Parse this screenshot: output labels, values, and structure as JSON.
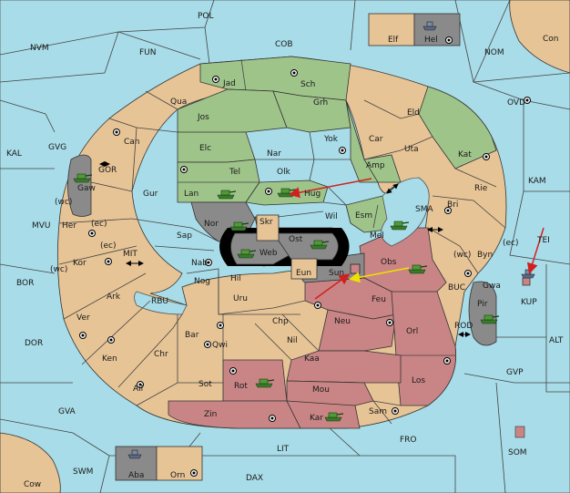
{
  "provinces": {
    "pol": "POL",
    "nvm": "NVM",
    "fun": "FUN",
    "cob": "COB",
    "elf": "Elf",
    "hel": "Hel",
    "con": "Con",
    "nom": "NOM",
    "ovd": "OVD",
    "kal": "KAL",
    "gvg": "GVG",
    "gor": "GOR",
    "gaw": "Gaw",
    "wc1": "(wc)",
    "mvu": "MVU",
    "her": "Her",
    "ec1": "(ec)",
    "ec2": "(ec)",
    "wc2": "(wc)",
    "kor": "Kor",
    "mit": "MIT",
    "bor": "BOR",
    "ark": "Ark",
    "rbu": "RBU",
    "ver": "Ver",
    "dor": "DOR",
    "ken": "Ken",
    "chr": "Chr",
    "ail": "Ail",
    "gva": "GVA",
    "jad": "Jad",
    "sch": "Sch",
    "qua": "Qua",
    "jos": "Jos",
    "grh": "Grh",
    "eld": "Eld",
    "can": "Can",
    "yok": "Yok",
    "car": "Car",
    "uta": "Uta",
    "kat": "Kat",
    "elc": "Elc",
    "nar": "Nar",
    "tel": "Tel",
    "olk": "Olk",
    "amp": "Amp",
    "gur": "Gur",
    "lan": "Lan",
    "hug": "Hug",
    "rie": "Rie",
    "kam": "KAM",
    "bri": "Bri",
    "wil": "Wil",
    "esm": "Esm",
    "sma": "SMA",
    "nor": "Nor",
    "skr": "Skr",
    "mel": "Mel",
    "sap": "Sap",
    "ost": "Ost",
    "web": "Web",
    "obs": "Obs",
    "ec3": "(ec)",
    "tei": "TEI",
    "wc3": "(wc)",
    "byn": "Byn",
    "nab": "Nab",
    "eun": "Eun",
    "sun": "Sun",
    "gwa": "Gwa",
    "kup": "KUP",
    "hil": "Hil",
    "nog": "Nog",
    "buc": "BUC",
    "pir": "Pir",
    "uru": "Uru",
    "feu": "Feu",
    "chp": "Chp",
    "neu": "Neu",
    "orl": "Orl",
    "rod": "ROD",
    "bar": "Bar",
    "qwi": "Qwi",
    "nil": "Nil",
    "alt": "ALT",
    "kaa": "Kaa",
    "gvp": "GVP",
    "los": "Los",
    "rot": "Rot",
    "sot": "Sot",
    "mou": "Mou",
    "sam": "Sam",
    "zin": "Zin",
    "kar": "Kar",
    "fro": "FRO",
    "lit": "LIT",
    "som": "SOM",
    "aba": "Aba",
    "orn": "Orn",
    "swm": "SWM",
    "cow": "Cow",
    "dax": "DAX"
  },
  "colors": {
    "sea": "#a8dce8",
    "neutral": "#e6c496",
    "green_power": "#9fc48a",
    "rose_power": "#c98585",
    "grey_power": "#8a8a8a",
    "move_arrow_red": "#d02020",
    "support_arrow_yellow": "#f0e000"
  },
  "icons": [
    "army-icon",
    "fleet-icon",
    "supply-center-icon",
    "move-arrow-icon",
    "support-arrow-icon",
    "convoy-arrow-icon"
  ]
}
